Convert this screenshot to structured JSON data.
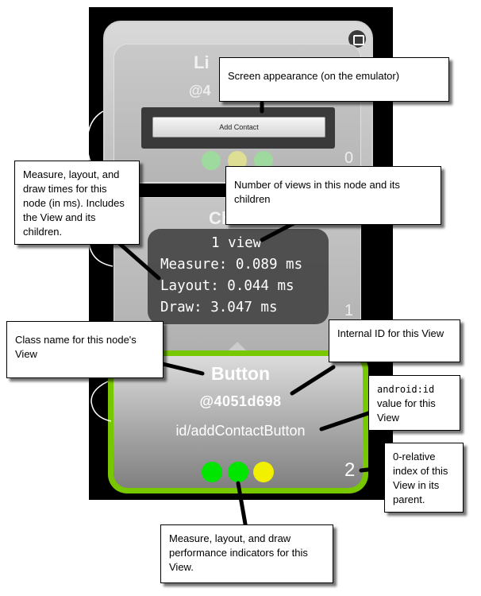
{
  "background_nodes": {
    "top_title": "Li",
    "top_address": "@4",
    "top_index": "0",
    "mid_title": "Che",
    "mid_index": "1"
  },
  "emulator": {
    "button_label": "Add Contact"
  },
  "stats": {
    "views": "1 view",
    "measure": "Measure: 0.089 ms",
    "layout": "Layout: 0.044 ms",
    "draw": "Draw: 3.047 ms"
  },
  "node": {
    "class_name": "Button",
    "address": "@4051d698",
    "id": "id/addContactButton",
    "index": "2"
  },
  "indicator_colors": {
    "green": "#00e600",
    "yellow": "#f0f000",
    "selection_border": "#78c800"
  },
  "callouts": {
    "screen_appearance": "Screen appearance (on the emulator)",
    "timing": "Measure, layout, and draw times for this node (in ms). Includes the View and its children.",
    "view_count": "Number of views in this node and its children",
    "class_name": "Class name for this node's View",
    "internal_id": "Internal ID for this View",
    "android_id_code": "android:id",
    "android_id_rest": "value for this View",
    "index": "0-relative index of this View in its parent.",
    "indicators": "Measure, layout, and draw performance indicators for this View."
  }
}
